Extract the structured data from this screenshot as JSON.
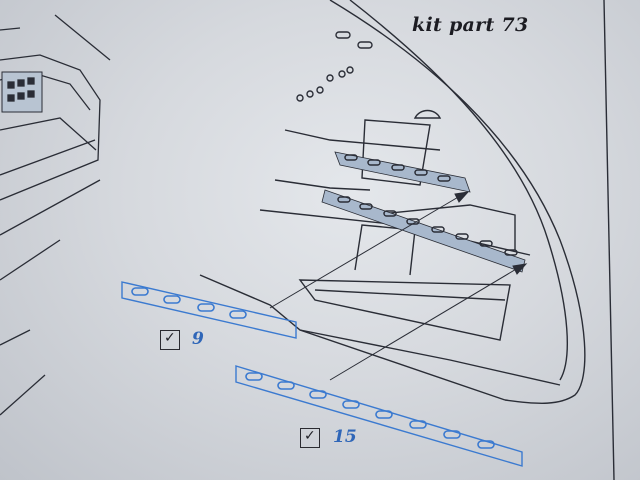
{
  "kit_part_label": "kit part 73",
  "parts": [
    {
      "number": "9",
      "color": "#2f66b8"
    },
    {
      "number": "15",
      "color": "#2f66b8"
    }
  ],
  "checkmark_glyph": "✓",
  "colors": {
    "line": "#2a2d36",
    "part_blue": "#3b7ad0",
    "part_fill": "#a8b8cc"
  }
}
